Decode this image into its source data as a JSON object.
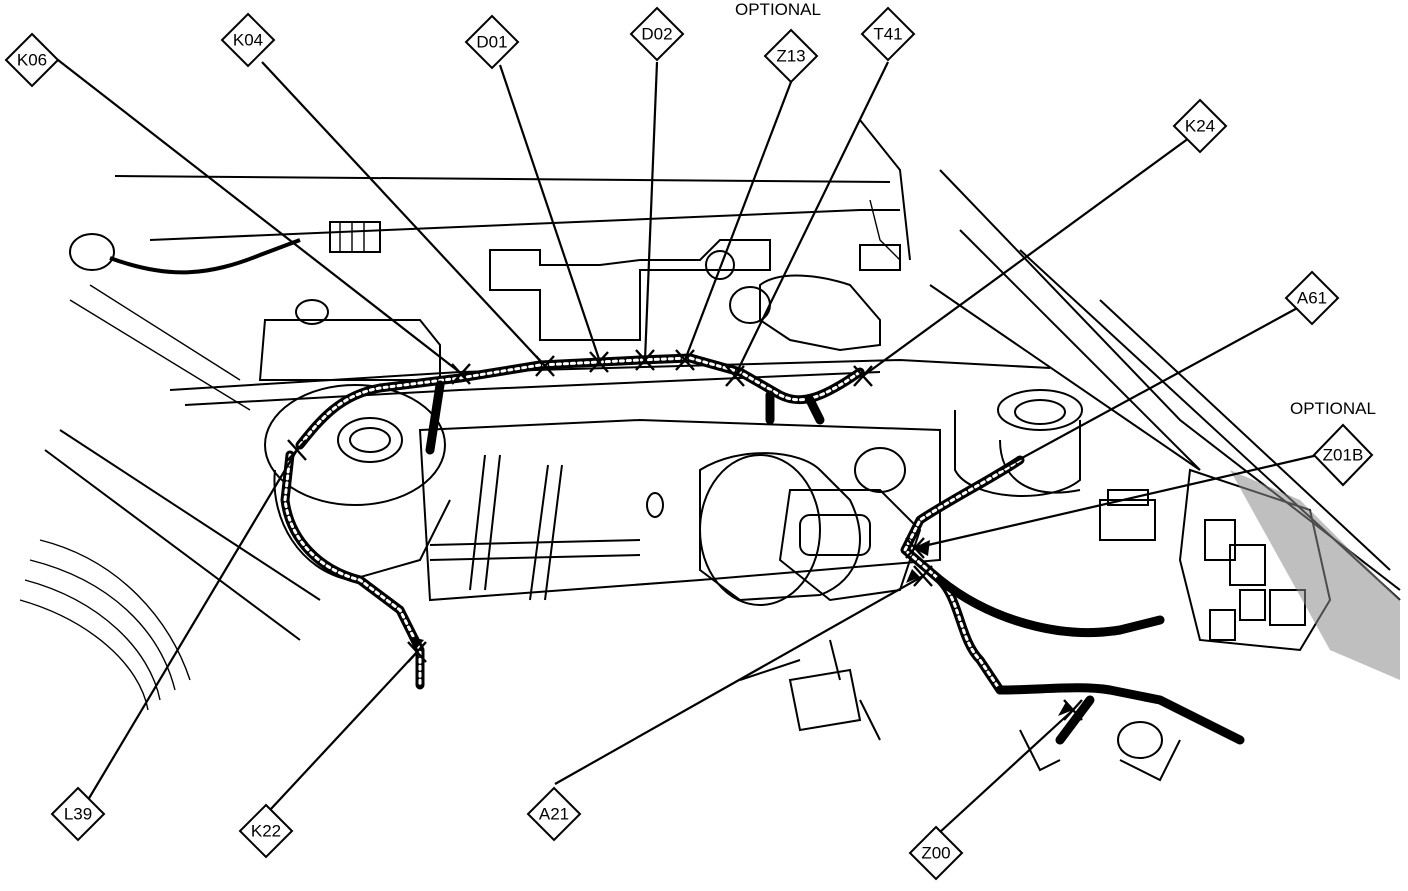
{
  "diagram": {
    "optional_labels": [
      "OPTIONAL",
      "OPTIONAL"
    ],
    "callouts": [
      {
        "id": "K06"
      },
      {
        "id": "K04"
      },
      {
        "id": "D01"
      },
      {
        "id": "D02"
      },
      {
        "id": "Z13"
      },
      {
        "id": "T41"
      },
      {
        "id": "K24"
      },
      {
        "id": "A61"
      },
      {
        "id": "Z01B"
      },
      {
        "id": "L39"
      },
      {
        "id": "K22"
      },
      {
        "id": "A21"
      },
      {
        "id": "Z00"
      }
    ]
  }
}
